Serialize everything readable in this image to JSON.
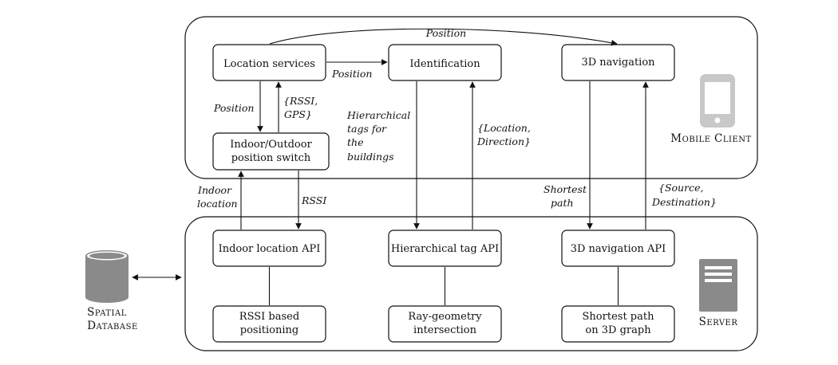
{
  "groups": {
    "mobile": {
      "label": "Mobile client"
    },
    "server": {
      "label": "Server"
    }
  },
  "nodes": {
    "location_services": "Location services",
    "identification": "Identification",
    "nav3d": "3D navigation",
    "switch_l1": "Indoor/Outdoor",
    "switch_l2": "position switch",
    "indoor_api": "Indoor location API",
    "tag_api": "Hierarchical tag API",
    "nav_api": "3D navigation API",
    "rssi_l1": "RSSI based",
    "rssi_l2": "positioning",
    "ray_l1": "Ray-geometry",
    "ray_l2": "intersection",
    "sp_l1": "Shortest path",
    "sp_l2": "on 3D graph"
  },
  "database": {
    "l1": "Spatial",
    "l2": "database"
  },
  "edge_labels": {
    "pos_top": "Position",
    "pos_mid": "Position",
    "pos_left": "Position",
    "rssi_gps_l1": "{RSSI,",
    "rssi_gps_l2": "GPS}",
    "tags_l1": "Hierarchical",
    "tags_l2": "tags for",
    "tags_l3": "the",
    "tags_l4": "buildings",
    "locdir_l1": "{Location,",
    "locdir_l2": "Direction}",
    "indoor_l1": "Indoor",
    "indoor_l2": "location",
    "rssi": "RSSI",
    "sp_l1": "Shortest",
    "sp_l2": "path",
    "srcdst_l1": "{Source,",
    "srcdst_l2": "Destination}"
  },
  "icons": {
    "phone": "mobile-phone-icon",
    "server": "server-icon",
    "database": "database-cylinder-icon"
  },
  "colors": {
    "icon_gray": "#8a8a8a",
    "icon_light": "#c8c8c8",
    "stroke": "#111111"
  }
}
